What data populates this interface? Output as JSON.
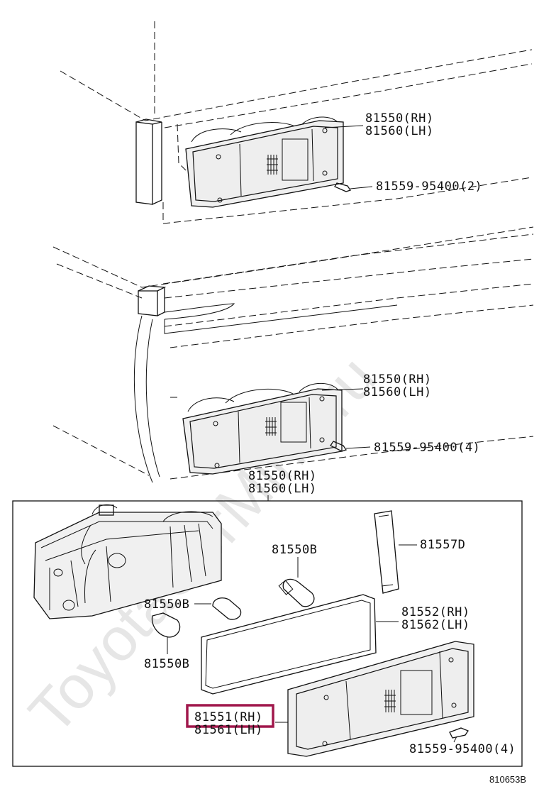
{
  "watermark": "ToyotaCorMine.ru",
  "diagram_code": "810653B",
  "upper_view": {
    "lamp_rh": "81550(RH)",
    "lamp_lh": "81560(LH)",
    "screw": "81559-95400(2)"
  },
  "middle_view": {
    "lamp_rh": "81550(RH)",
    "lamp_lh": "81560(LH)",
    "screw": "81559-95400(4)"
  },
  "exploded_view": {
    "assy_rh": "81550(RH)",
    "assy_lh": "81560(LH)",
    "socket_cover": "81557D",
    "bulb_top": "81550B",
    "bulb_left": "81550B",
    "bulb_bottom": "81550B",
    "gasket_rh": "81552(RH)",
    "gasket_lh": "81562(LH)",
    "lens_rh": "81551(RH)",
    "lens_lh": "81561(LH)",
    "screw": "81559-95400(4)"
  },
  "highlight": {
    "part": "81551(RH)",
    "color": "#a0174b"
  }
}
